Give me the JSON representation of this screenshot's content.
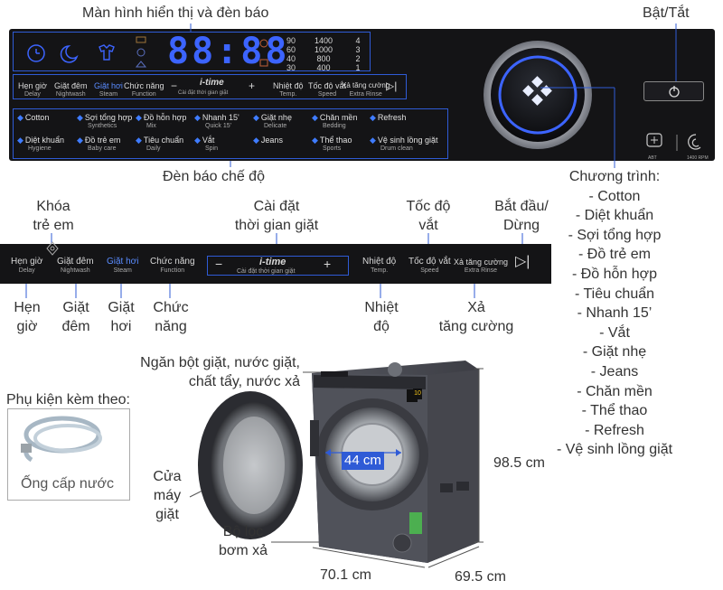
{
  "labels": {
    "display": "Màn hình hiển thị và đèn báo",
    "power": "Bật/Tắt",
    "mode_lights": "Đèn báo chế độ",
    "child_lock": [
      "Khóa",
      "trẻ em"
    ],
    "time_set": [
      "Cài đặt",
      "thời gian giặt"
    ],
    "spin": [
      "Tốc độ",
      "vắt"
    ],
    "start": [
      "Bắt đầu/",
      "Dừng"
    ],
    "delay": [
      "Hẹn",
      "giờ"
    ],
    "night": [
      "Giặt",
      "đêm"
    ],
    "steam": [
      "Giặt",
      "hơi"
    ],
    "function": [
      "Chức",
      "năng"
    ],
    "temp": [
      "Nhiệt",
      "độ"
    ],
    "rinse": [
      "Xả",
      "tăng cường"
    ],
    "programs_title": "Chương trình:",
    "programs": [
      "- Cotton",
      "- Diệt khuẩn",
      "- Sợi tổng hợp",
      "- Đồ trẻ em",
      "- Đồ hỗn hợp",
      "- Tiêu chuẩn",
      "- Nhanh 15’",
      "- Vắt",
      "- Giặt nhẹ",
      "- Jeans",
      "- Chăn mền",
      "- Thể thao",
      "- Refresh",
      "- Vệ sinh lồng giặt"
    ],
    "drawer": [
      "Ngăn bột giặt, nước giặt,",
      "chất tẩy, nước xả"
    ],
    "accessory": "Phụ kiện kèm theo:",
    "hose": "Ống cấp nước",
    "door": [
      "Cửa",
      "máy",
      "giặt"
    ],
    "filter": [
      "Bộ lọc",
      "bơm xả"
    ],
    "height": "98.5 cm",
    "width": "70.1 cm",
    "depth": "69.5 cm",
    "opening": "44 cm"
  },
  "panel_buttons": [
    {
      "vi": "Hẹn giờ",
      "en": "Delay"
    },
    {
      "vi": "Giặt đêm",
      "en": "Nightwash"
    },
    {
      "vi": "Giặt hơi",
      "en": "Steam"
    },
    {
      "vi": "Chức năng",
      "en": "Function"
    },
    {
      "vi": "Nhiệt độ",
      "en": "Temp."
    },
    {
      "vi": "Tốc độ vắt",
      "en": "Speed"
    },
    {
      "vi": "Xả tăng cường",
      "en": "Extra Rinse"
    }
  ],
  "itime": {
    "brand": "i-time",
    "sub": "Cài đặt thời gian giặt",
    "minus": "−",
    "plus": "+"
  },
  "display": {
    "digits": "88:88",
    "temps": [
      "90",
      "60",
      "40",
      "30"
    ],
    "speeds": [
      "1400",
      "1000",
      "800",
      "400"
    ],
    "rinses": [
      "4",
      "3",
      "2",
      "1"
    ]
  },
  "modes": [
    {
      "vi": "Cotton",
      "en": ""
    },
    {
      "vi": "Sợi tổng hợp",
      "en": "Synthetics"
    },
    {
      "vi": "Đồ hỗn hợp",
      "en": "Mix"
    },
    {
      "vi": "Nhanh 15'",
      "en": "Quick 15'"
    },
    {
      "vi": "Giặt nhẹ",
      "en": "Delicate"
    },
    {
      "vi": "Chăn mền",
      "en": "Bedding"
    },
    {
      "vi": "Refresh",
      "en": ""
    },
    {
      "vi": "Diệt khuẩn",
      "en": "Hygiene"
    },
    {
      "vi": "Đồ trẻ em",
      "en": "Baby care"
    },
    {
      "vi": "Tiêu chuẩn",
      "en": "Daily"
    },
    {
      "vi": "Vắt",
      "en": "Spin"
    },
    {
      "vi": "Jeans",
      "en": ""
    },
    {
      "vi": "Thể thao",
      "en": "Sports"
    },
    {
      "vi": "Vệ sinh lồng giặt",
      "en": "Drum clean"
    }
  ],
  "machine": {
    "badge": "10",
    "energy_label": "ABT",
    "spin_label": "1400 RPM"
  },
  "colors": {
    "panel": "#141416",
    "accent_blue": "#3f6fff",
    "line_blue": "#2f5bd6",
    "machine": "#4a4c55"
  }
}
